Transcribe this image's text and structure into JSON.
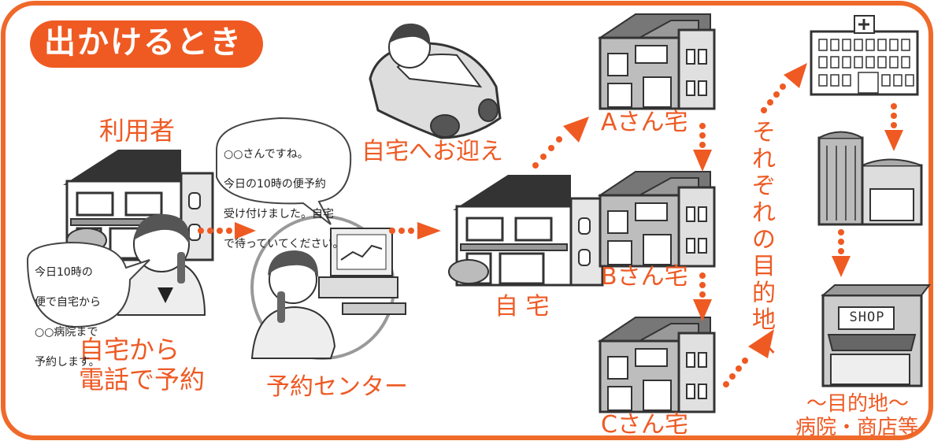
{
  "title": "出かけるとき",
  "labels": {
    "user": "利用者",
    "call": [
      "自宅から",
      "電話で予約"
    ],
    "center": "予約センター",
    "pickup": "自宅へお迎え",
    "home": "自 宅",
    "house_a": "Aさん宅",
    "house_b": "Bさん宅",
    "house_c": "Cさん宅",
    "each_destination": "それぞれの目的地へ",
    "destination": [
      "〜目的地〜",
      "病院・商店等"
    ],
    "shop_sign": "SHOP"
  },
  "bubbles": {
    "user": [
      "今日10時の",
      "便で自宅から",
      "○○病院まで",
      "予約します。"
    ],
    "center": [
      "○○さんですね。",
      "今日の10時の便予約",
      "受け付けました。自宅",
      "で待っていてください。"
    ]
  },
  "colors": {
    "accent": "#ef5a22",
    "frame": "#ef6a2a",
    "gray_dark": "#555555",
    "gray_mid": "#9a9a9a",
    "gray_light": "#d8d8d8"
  },
  "icons": [
    "house-icon",
    "woman-phone-icon",
    "operator-icon",
    "computer-icon",
    "car-driver-icon",
    "hospital-icon",
    "shopping-mall-icon",
    "shop-icon"
  ]
}
